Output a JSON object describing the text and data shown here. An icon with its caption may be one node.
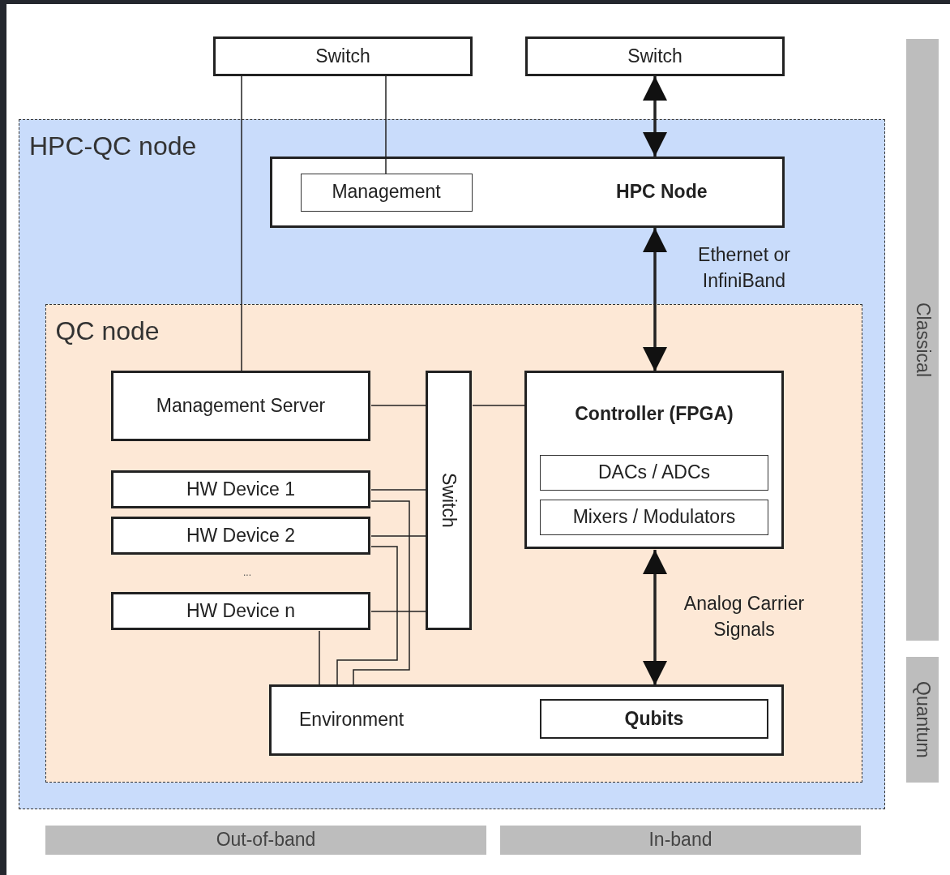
{
  "diagram": {
    "nodes": [
      {
        "text": [
          "Switch"
        ]
      },
      {
        "text": [
          "Switch"
        ]
      },
      {
        "text": [
          "HPC-QC node"
        ]
      },
      {
        "text": [
          "HPC Node"
        ],
        "in": 2
      },
      {
        "text": [
          "Management"
        ],
        "in": 3
      },
      {
        "text": [
          "QC node"
        ],
        "in": 2
      },
      {
        "text": [
          "Management Server"
        ],
        "in": 5
      },
      {
        "text": [
          "Switch"
        ],
        "in": 5
      },
      {
        "text": [
          "Controller (FPGA)"
        ],
        "in": 5
      },
      {
        "text": [
          "DACs / ADCs"
        ],
        "in": 8
      },
      {
        "text": [
          "Mixers / Modulators"
        ],
        "in": 8
      },
      {
        "text": [
          "HW Device 1"
        ],
        "in": 5
      },
      {
        "text": [
          "HW Device 2"
        ],
        "in": 5
      },
      {
        "text": [
          "HW Device n"
        ],
        "in": 5
      },
      {
        "text": [
          "Environment"
        ],
        "in": 5
      },
      {
        "text": [
          "Qubits"
        ],
        "in": 14
      },
      {
        "text": [
          "Classical"
        ]
      },
      {
        "text": [
          "Quantum"
        ]
      },
      {
        "text": [
          "Out-of-band"
        ]
      },
      {
        "text": [
          "In-band"
        ]
      }
    ],
    "edges": [
      {
        "from": 0,
        "to": 6,
        "arrow": "none"
      },
      {
        "from": 0,
        "to": 4,
        "arrow": "none"
      },
      {
        "from": 1,
        "to": 3,
        "arrow": "both",
        "style": "thick"
      },
      {
        "from": 3,
        "to": 8,
        "arrow": "both",
        "style": "thick",
        "label": "Ethernet or InfiniBand"
      },
      {
        "from": 6,
        "to": 7,
        "arrow": "none"
      },
      {
        "from": 7,
        "to": 8,
        "arrow": "none"
      },
      {
        "from": 11,
        "to": 7,
        "arrow": "none"
      },
      {
        "from": 12,
        "to": 7,
        "arrow": "none"
      },
      {
        "from": 13,
        "to": 7,
        "arrow": "none"
      },
      {
        "from": 11,
        "to": 14,
        "arrow": "none"
      },
      {
        "from": 12,
        "to": 14,
        "arrow": "none"
      },
      {
        "from": 13,
        "to": 14,
        "arrow": "none"
      },
      {
        "from": 8,
        "to": 14,
        "arrow": "both",
        "style": "thick",
        "label": "Analog Carrier Signals"
      }
    ],
    "labels": [
      "..."
    ]
  }
}
